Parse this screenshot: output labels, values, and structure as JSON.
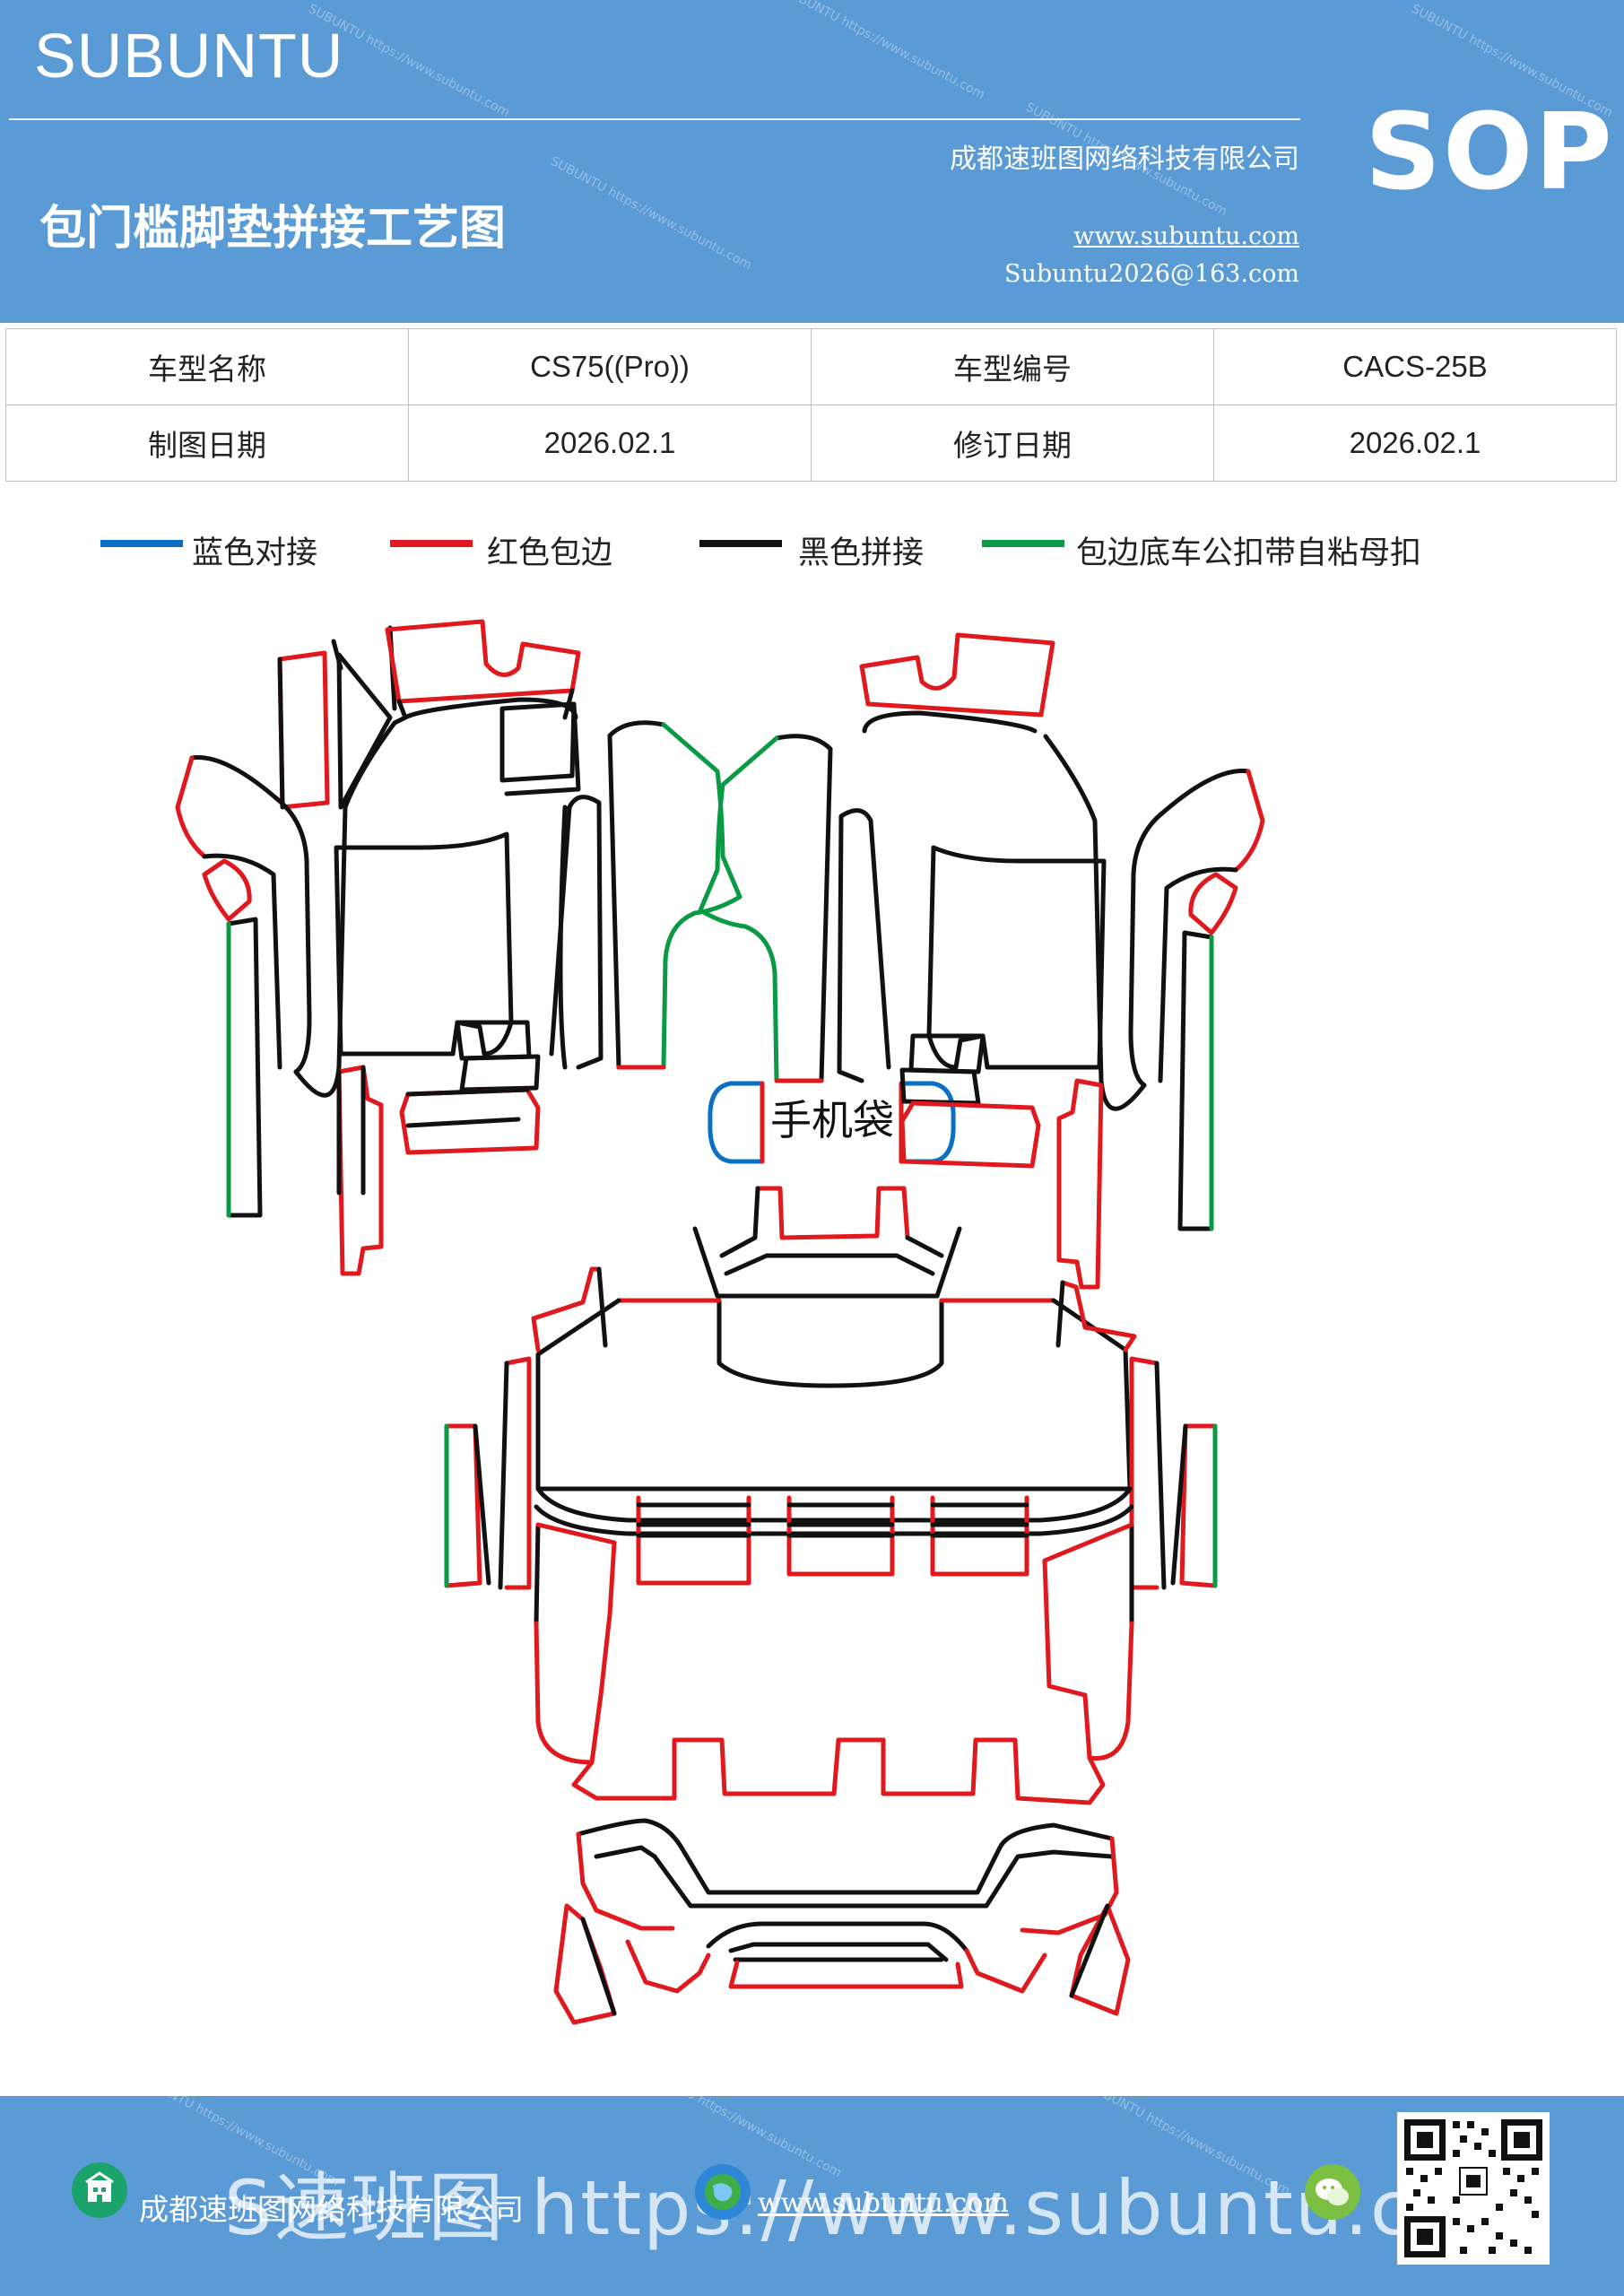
{
  "header": {
    "brand": "SUBUNTU",
    "title": "包门槛脚垫拼接工艺图",
    "company": "成都速班图网络科技有限公司",
    "website": "www.subuntu.com",
    "email": "Subuntu2026@163.com",
    "badge": "SOP",
    "watermark": "SUBUNTU https://www.subuntu.com"
  },
  "info_table": {
    "rows": [
      [
        "车型名称",
        "CS75((Pro))",
        "车型编号",
        "CACS-25B"
      ],
      [
        "制图日期",
        "2026.02.1",
        "修订日期",
        "2026.02.1"
      ]
    ]
  },
  "legend": [
    {
      "label": "蓝色对接",
      "color": "#0b6fc4"
    },
    {
      "label": "红色包边",
      "color": "#e0191e"
    },
    {
      "label": "黑色拼接",
      "color": "#111111"
    },
    {
      "label": "包边底车公扣带自粘母扣",
      "color": "#0a9a45"
    }
  ],
  "diagram": {
    "phone_bag_label": "手机袋"
  },
  "footer": {
    "company": "成都速班图网络科技有限公司",
    "website": "www.subuntu.com",
    "banner": "S速班图 https://www.subuntu.com"
  }
}
